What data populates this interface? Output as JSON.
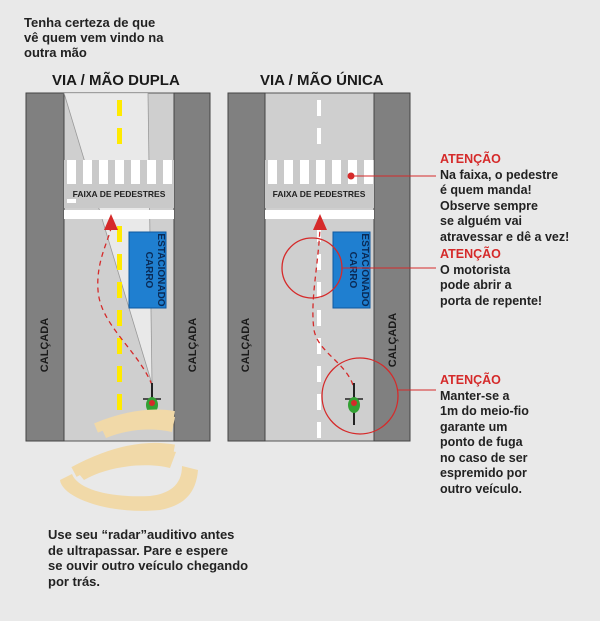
{
  "top_note": [
    "Tenha certeza de que",
    "vê quem vem vindo na",
    "outra mão"
  ],
  "titles": {
    "two_way": "VIA / MÃO DUPLA",
    "one_way": "VIA / MÃO ÚNICA"
  },
  "labels": {
    "crosswalk": "FAIXA DE PEDESTRES",
    "sidewalk": "CALÇADA",
    "parked_car": [
      "CARRO",
      "ESTACIONADO"
    ]
  },
  "notes": [
    {
      "head": "ATENÇÃO",
      "lines": [
        "Na faixa, o pedestre",
        "é quem manda!",
        "Observe sempre",
        "se alguém vai",
        "atravessar e dê a vez!"
      ]
    },
    {
      "head": "ATENÇÃO",
      "lines": [
        "O motorista",
        "pode abrir a",
        "porta de repente!"
      ]
    },
    {
      "head": "ATENÇÃO",
      "lines": [
        "Manter-se a",
        "1m do meio-fio",
        "garante um",
        "ponto de fuga",
        "no caso de ser",
        "espremido por",
        "outro veículo."
      ]
    }
  ],
  "bottom_note": [
    "Use seu “radar”auditivo antes",
    "de ultrapassar. Pare e espere",
    "se ouvir outro veículo chegando",
    "por trás."
  ],
  "colors": {
    "attention": "#d52a2a",
    "car": "#1f7fd0",
    "lane_yellow": "#ffea00",
    "radar": "#f1d9a8",
    "sidewalk": "#808080",
    "road": "#cfcfcf"
  }
}
